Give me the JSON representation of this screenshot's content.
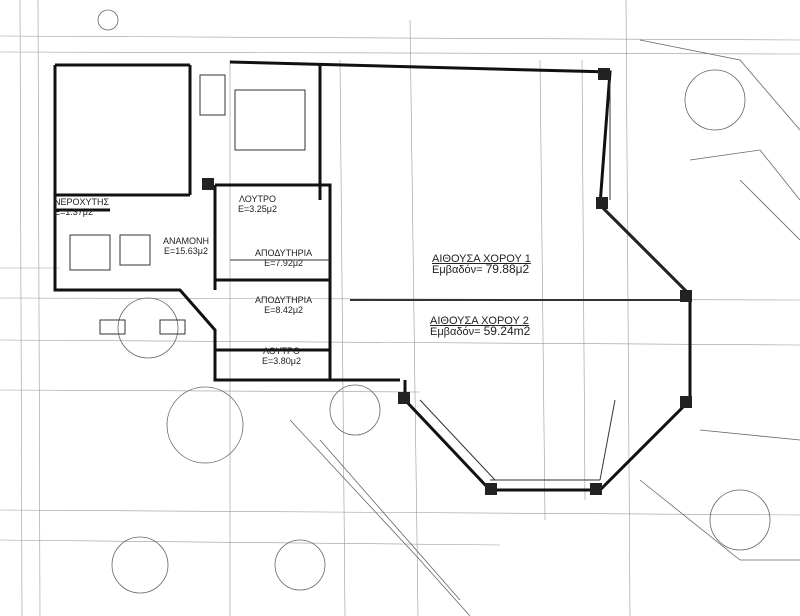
{
  "rooms": [
    {
      "name": "ΝΕΡΟΧΥΤΗΣ",
      "area": "E=1.37μ2"
    },
    {
      "name": "ΑΝΑΜΟΝΗ",
      "area": "E=15.63μ2"
    },
    {
      "name": "ΛΟΥΤΡΟ",
      "area": "E=3.25μ2"
    },
    {
      "name": "ΑΠΟΔΥΤΗΡΙΑ",
      "area": "E=7.92μ2"
    },
    {
      "name": "ΑΠΟΔΥΤΗΡΙΑ",
      "area": "E=8.42μ2"
    },
    {
      "name": "ΛΟΥΤΡΟ",
      "area": "E=3.80μ2"
    }
  ],
  "halls": [
    {
      "name": "ΑΙΘΟΥΣΑ ΧΟΡΟΥ 1",
      "area_label": "Εμβαδόν=",
      "area": "79.88μ2"
    },
    {
      "name": "ΑΙΘΟΥΣΑ ΧΟΡΟΥ 2",
      "area_label": "Εμβαδόν=",
      "area": "59.24m2"
    }
  ]
}
